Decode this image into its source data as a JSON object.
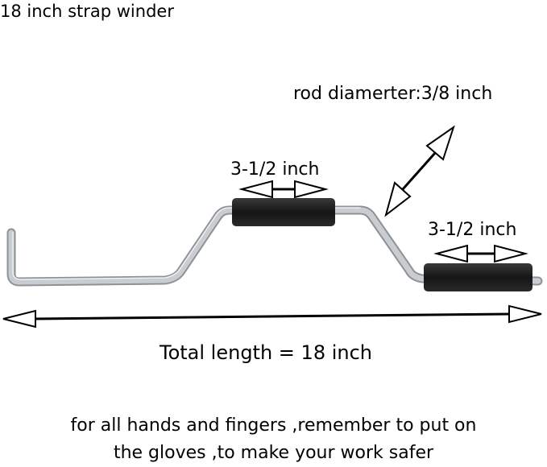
{
  "title": "18 inch strap winder",
  "rod_label": "rod diamerter:3/8 inch",
  "grip_left_label": "3-1/2 inch",
  "grip_right_label": "3-1/2 inch",
  "total_length_label": "Total length = 18 inch",
  "note_lines": [
    "for all hands and fingers ,remember to put on",
    "the gloves ,to make your work safer"
  ],
  "colors": {
    "rod": "#c9cdd1",
    "rod_edge": "#8d9297",
    "grip": "#1b1b1b",
    "arrow_fill": "#ffffff",
    "line": "#000000"
  }
}
